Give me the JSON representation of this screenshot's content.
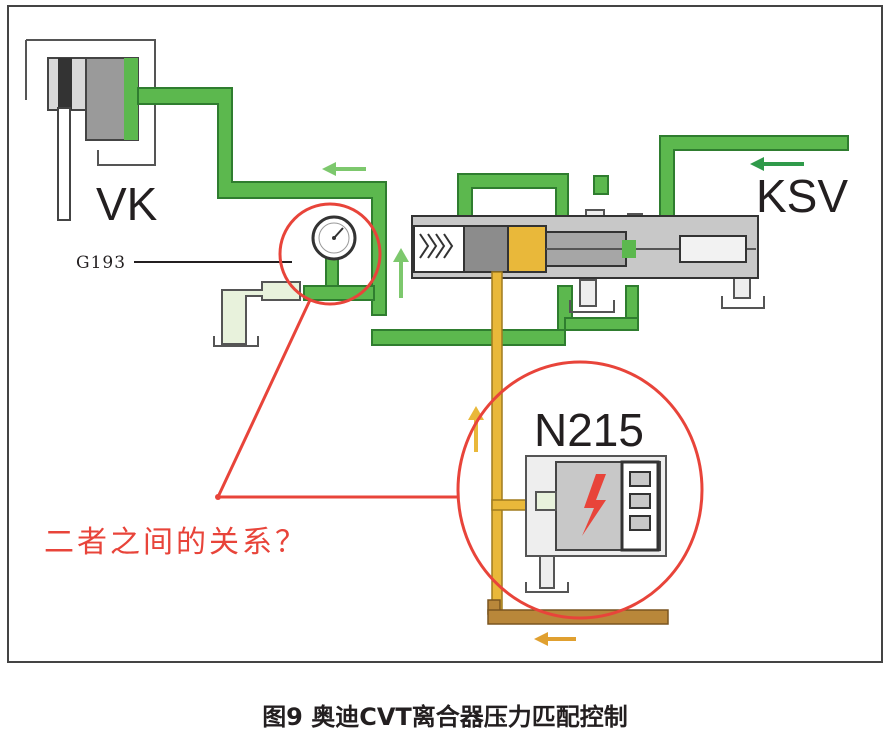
{
  "labels": {
    "vk": "VK",
    "ksv": "KSV",
    "g193": "G193",
    "n215": "N215",
    "question": "二者之间的关系？"
  },
  "caption": "图9 奥迪CVT离合器压力匹配控制",
  "colors": {
    "green_oil": "#5cb84e",
    "green_edge": "#2f7d2f",
    "yellow_oil": "#e9b83a",
    "brown_oil": "#b9873a",
    "highlight_red": "#e8443a",
    "housing_gray": "#c8c8c8"
  }
}
